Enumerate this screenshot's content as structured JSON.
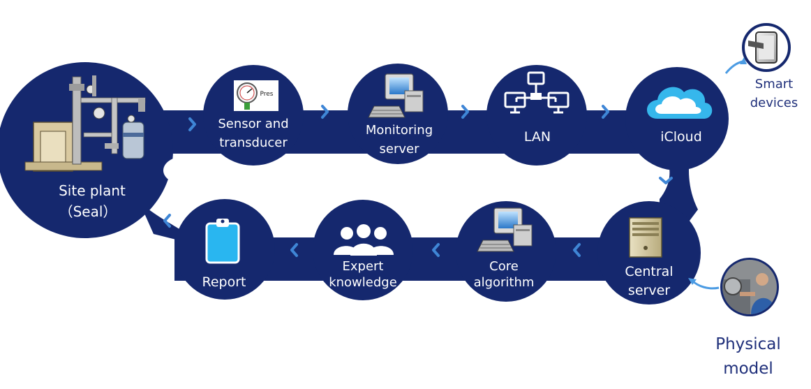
{
  "colors": {
    "band": "#15286e",
    "chevron": "#3f86d6",
    "cloud": "#36b7ec",
    "clipboard": "#29b6f0",
    "arrow": "#4b9be3",
    "outside_text": "#1f2f7a",
    "inside_text": "#ffffff"
  },
  "nodes": {
    "site_plant": {
      "line1": "Site plant",
      "line2": "（Seal）",
      "icon": "industrial-seal-equipment-icon"
    },
    "sensor": {
      "line1": "Sensor and",
      "line2": "transducer",
      "icon": "pressure-gauge-icon",
      "gauge_tag": "Pres"
    },
    "monitoring": {
      "line1": "Monitoring",
      "line2": "server",
      "icon": "computer-workstation-icon"
    },
    "lan": {
      "line1": "LAN",
      "icon": "network-icon"
    },
    "icloud": {
      "line1": "iCloud",
      "icon": "cloud-icon"
    },
    "central": {
      "line1": "Central",
      "line2": "server",
      "icon": "server-tower-icon"
    },
    "core": {
      "line1": "Core",
      "line2": "algorithm",
      "icon": "computer-workstation-icon"
    },
    "expert": {
      "line1": "Expert",
      "line2": "knowledge",
      "icon": "people-group-icon"
    },
    "report": {
      "line1": "Report",
      "icon": "clipboard-icon"
    }
  },
  "external": {
    "smart": {
      "line1": "Smart",
      "line2": "devices",
      "icon": "tablet-icon"
    },
    "physical": {
      "line1": "Physical",
      "line2": "model",
      "icon": "engineer-photo-icon"
    }
  }
}
